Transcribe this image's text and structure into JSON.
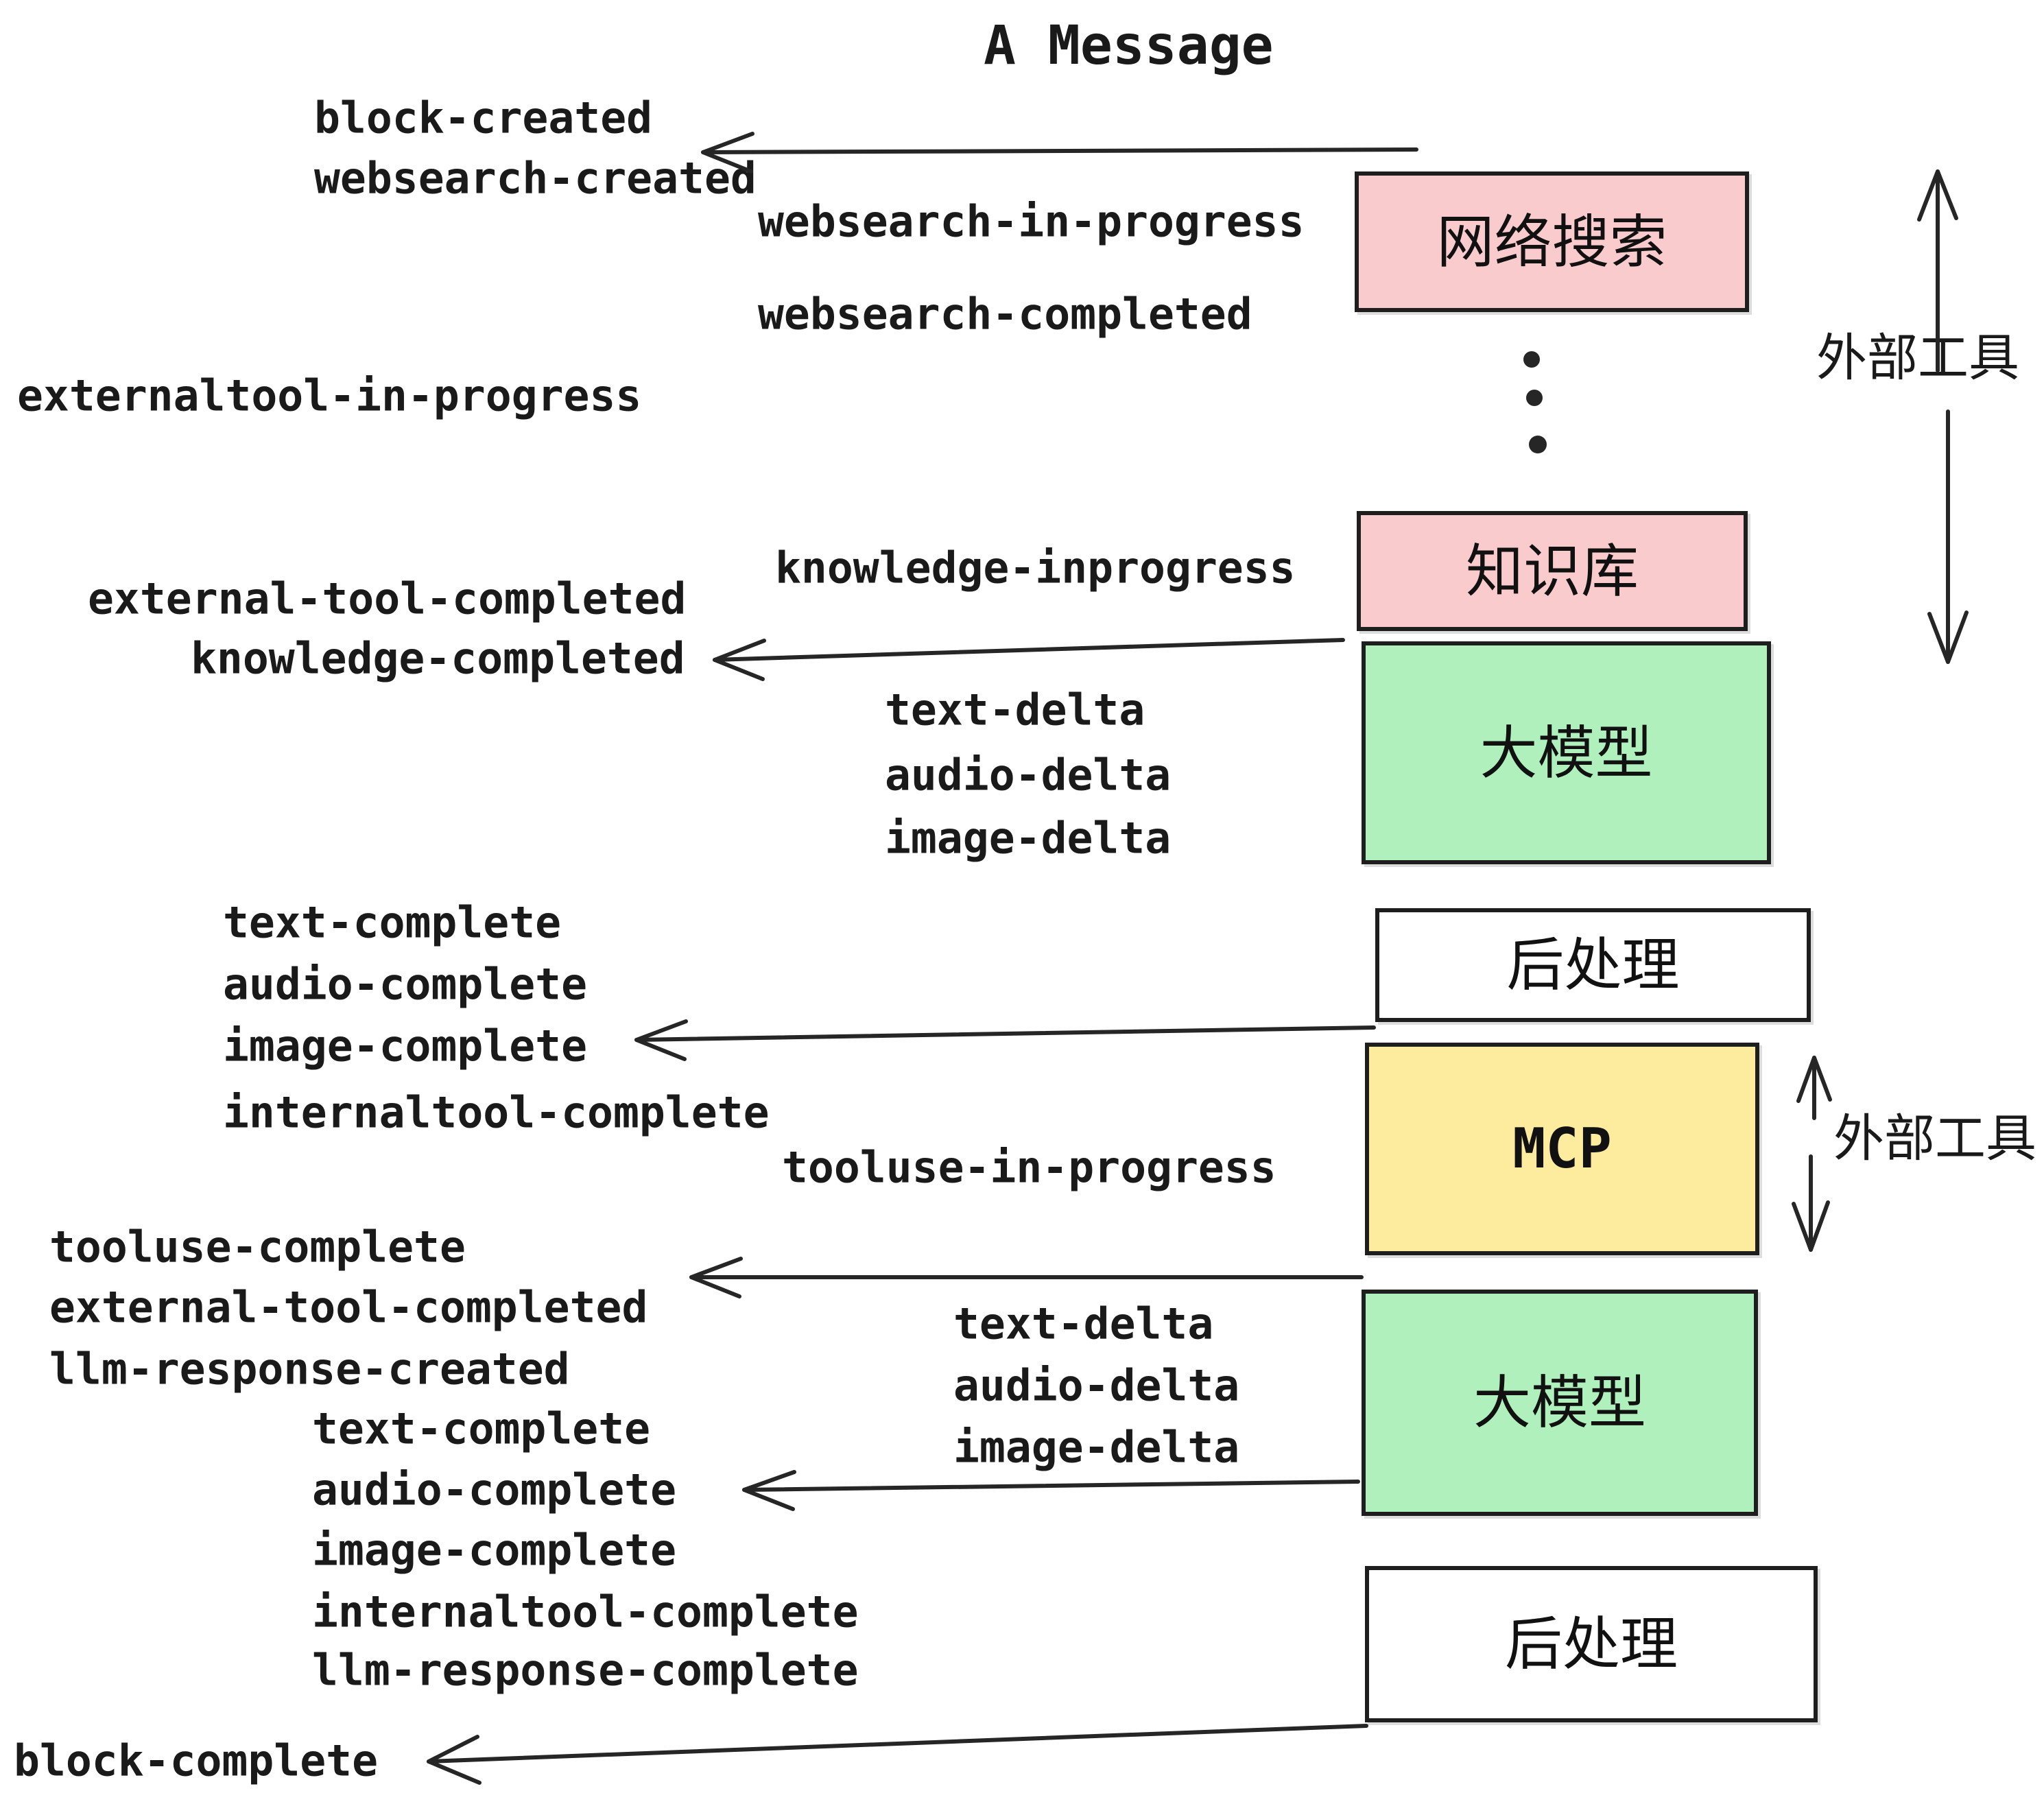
{
  "title": "A Message",
  "colors": {
    "box_pink": "#FACBCD",
    "box_green": "#AFF0BD",
    "box_yellow": "#FDEB9E",
    "box_white": "#FFFFFF",
    "line": "#262626",
    "text": "#1A1A1A",
    "background": "#FFFFFF"
  },
  "boxes": [
    {
      "label": "网络搜索",
      "color": "pink"
    },
    {
      "label": "知识库",
      "color": "pink"
    },
    {
      "label": "大模型",
      "color": "green"
    },
    {
      "label": "后处理",
      "color": "white"
    },
    {
      "label": "MCP",
      "color": "yellow"
    },
    {
      "label": "大模型",
      "color": "green"
    },
    {
      "label": "后处理",
      "color": "white"
    }
  ],
  "side_labels": [
    {
      "text": "外部工具"
    },
    {
      "text": "外部工具"
    }
  ],
  "events": [
    {
      "text": "block-created"
    },
    {
      "text": "websearch-created"
    },
    {
      "text": "externaltool-in-progress"
    },
    {
      "text": "external-tool-completed"
    },
    {
      "text": "knowledge-completed"
    },
    {
      "text": "text-complete"
    },
    {
      "text": "audio-complete"
    },
    {
      "text": "image-complete"
    },
    {
      "text": "internaltool-complete"
    },
    {
      "text": "tooluse-complete"
    },
    {
      "text": "external-tool-completed"
    },
    {
      "text": "llm-response-created"
    },
    {
      "text": "text-complete"
    },
    {
      "text": "audio-complete"
    },
    {
      "text": "image-complete"
    },
    {
      "text": "internaltool-complete"
    },
    {
      "text": "llm-response-complete"
    },
    {
      "text": "block-complete"
    }
  ],
  "stage_events": [
    {
      "text": "websearch-in-progress"
    },
    {
      "text": "websearch-completed"
    },
    {
      "text": "knowledge-inprogress"
    },
    {
      "text": "text-delta"
    },
    {
      "text": "audio-delta"
    },
    {
      "text": "image-delta"
    },
    {
      "text": "tooluse-in-progress"
    },
    {
      "text": "text-delta"
    },
    {
      "text": "audio-delta"
    },
    {
      "text": "image-delta"
    }
  ]
}
